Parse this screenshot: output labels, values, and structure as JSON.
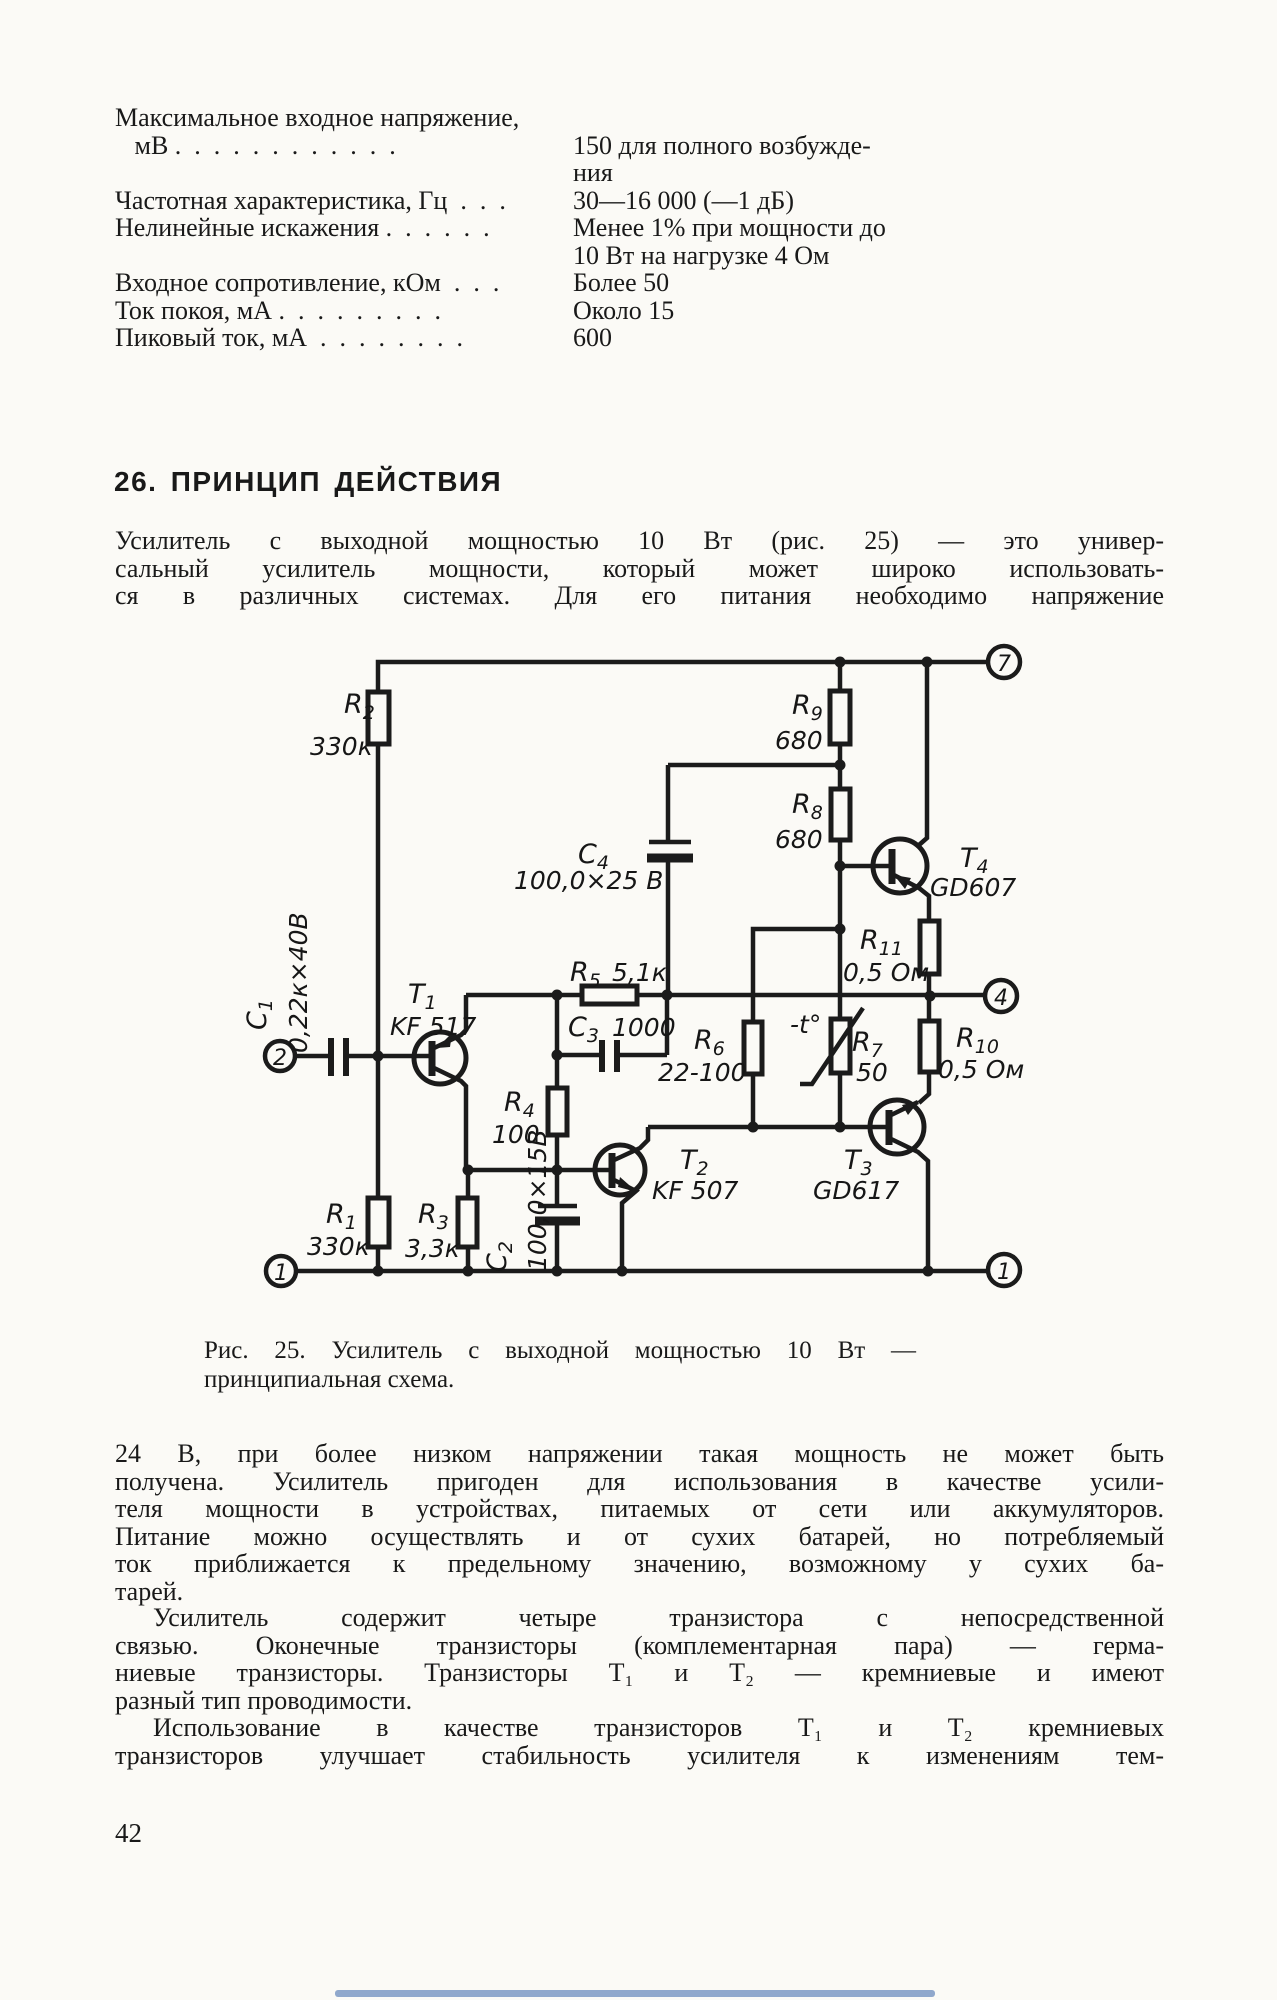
{
  "specs": {
    "rows": [
      {
        "l": "Максимальное входное напряжение,",
        "r": ""
      },
      {
        "l": "   мВ .  .  .  .  .  .  .  .  .  .  .  .",
        "r": "150 для полного возбужде-"
      },
      {
        "l": "",
        "r": "ния"
      },
      {
        "l": "Частотная характеристика, Гц  .  .  .",
        "r": "30—16 000 (—1 дБ)"
      },
      {
        "l": "Нелинейные искажения .  .  .  .  .  .",
        "r": "Менее 1% при мощности до"
      },
      {
        "l": "",
        "r": "10 Вт на нагрузке 4 Ом"
      },
      {
        "l": "Входное сопротивление, кОм  .  .  .",
        "r": "Более 50"
      },
      {
        "l": "Ток покоя, мА .  .  .  .  .  .  .  .  .",
        "r": "Около 15"
      },
      {
        "l": "Пиковый ток, мА  .  .  .  .  .  .  .  .",
        "r": "600"
      }
    ]
  },
  "heading": "26. ПРИНЦИП ДЕЙСТВИЯ",
  "paragraphs": [
    {
      "indent": false,
      "open_end": true,
      "lines": [
        "Усилитель с выходной мощностью 10 Вт (рис. 25) — это универ-",
        "сальный усилитель мощности, который может широко использовать-",
        "ся в различных системах. Для его питания необходимо напряжение"
      ]
    },
    {
      "indent": false,
      "open_end": false,
      "lines": [
        "24 В, при более низком напряжении такая мощность не может быть",
        "получена. Усилитель пригоден для использования в качестве усили-",
        "теля мощности в устройствах, питаемых от сети или аккумуляторов.",
        "Питание можно осуществлять и от сухих батарей, но потребляемый",
        "ток приближается к предельному значению, возможному у сухих ба-",
        "тарей."
      ]
    },
    {
      "indent": true,
      "open_end": false,
      "lines": [
        "Усилитель содержит четыре транзистора с непосредственной",
        "связью. Оконечные транзисторы (комплементарная пара) — герма-",
        "ниевые транзисторы. Транзисторы Т₁ и Т₂ — кремниевые и имеют",
        "разный тип проводимости."
      ]
    },
    {
      "indent": true,
      "open_end": true,
      "lines": [
        "Использование в качестве транзисторов Т₁ и Т₂ кремниевых",
        "транзисторов улучшает стабильность усилителя к изменениям тем-"
      ]
    }
  ],
  "caption": {
    "lines": [
      "Рис. 25. Усилитель с выходной мощностью 10 Вт —",
      "принципиальная схема."
    ]
  },
  "page_number": "42",
  "schematic": {
    "terminals": {
      "t7": "7",
      "t4": "4",
      "t2": "2",
      "t1l": "1",
      "t1r": "1"
    },
    "components": {
      "r1": {
        "name": "R",
        "sub": "1",
        "value": "330к"
      },
      "r2": {
        "name": "R",
        "sub": "2",
        "value": "330к"
      },
      "r3": {
        "name": "R",
        "sub": "3",
        "value": "3,3к"
      },
      "r4": {
        "name": "R",
        "sub": "4",
        "value": "100"
      },
      "r5": {
        "name": "R",
        "sub": "5",
        "value": "5,1к"
      },
      "r6": {
        "name": "R",
        "sub": "6",
        "value": "22-100"
      },
      "r7": {
        "name": "R",
        "sub": "7",
        "value": "50"
      },
      "r8": {
        "name": "R",
        "sub": "8",
        "value": "680"
      },
      "r9": {
        "name": "R",
        "sub": "9",
        "value": "680"
      },
      "r10": {
        "name": "R",
        "sub": "10",
        "value": "0,5 Ом"
      },
      "r11": {
        "name": "R",
        "sub": "11",
        "value": "0,5 Ом"
      },
      "c1": {
        "name": "C",
        "sub": "1",
        "value": "0,22к×40В"
      },
      "c2": {
        "name": "C",
        "sub": "2",
        "value": "100,0×15В"
      },
      "c3": {
        "name": "C",
        "sub": "3",
        "value": "1000"
      },
      "c4": {
        "name": "C",
        "sub": "4",
        "value": "100,0×25 В"
      },
      "t1": {
        "name": "T",
        "sub": "1",
        "value": "KF 517"
      },
      "t2": {
        "name": "T",
        "sub": "2",
        "value": "KF 507"
      },
      "t3": {
        "name": "T",
        "sub": "3",
        "value": "GD617"
      },
      "t4": {
        "name": "T",
        "sub": "4",
        "value": "GD607"
      },
      "thermal": "-t°"
    }
  }
}
